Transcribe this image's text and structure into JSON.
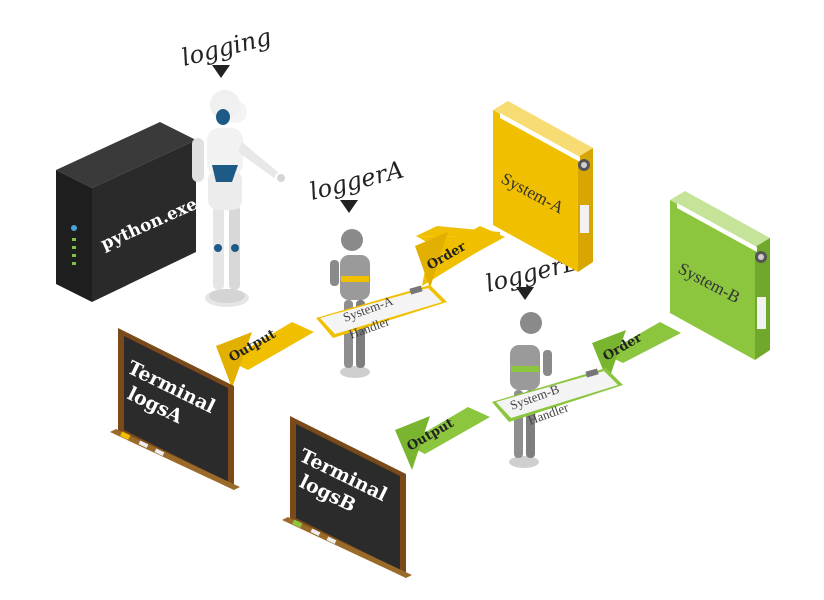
{
  "labels": {
    "logging": "logging",
    "loggerA": "loggerA",
    "loggerB": "loggerB"
  },
  "computer": {
    "label": "python.exe"
  },
  "systems": {
    "a": {
      "label": "System-A",
      "color": "#e8bb00"
    },
    "b": {
      "label": "System-B",
      "color": "#8cc63f"
    }
  },
  "handlers": {
    "a": {
      "line1": "System-A",
      "line2": "Handler"
    },
    "b": {
      "line1": "System-B",
      "line2": "Handler"
    }
  },
  "arrows": {
    "order_a": "Order",
    "order_b": "Order",
    "output_a": "Output",
    "output_b": "Output"
  },
  "terminals": {
    "a": {
      "line1": "Terminal",
      "line2": "logsA"
    },
    "b": {
      "line1": "Terminal",
      "line2": "logsB"
    }
  },
  "colors": {
    "yellow": "#f0c000",
    "green": "#8cc63f",
    "board": "#2b2b2b",
    "frame": "#7a4a1a"
  }
}
